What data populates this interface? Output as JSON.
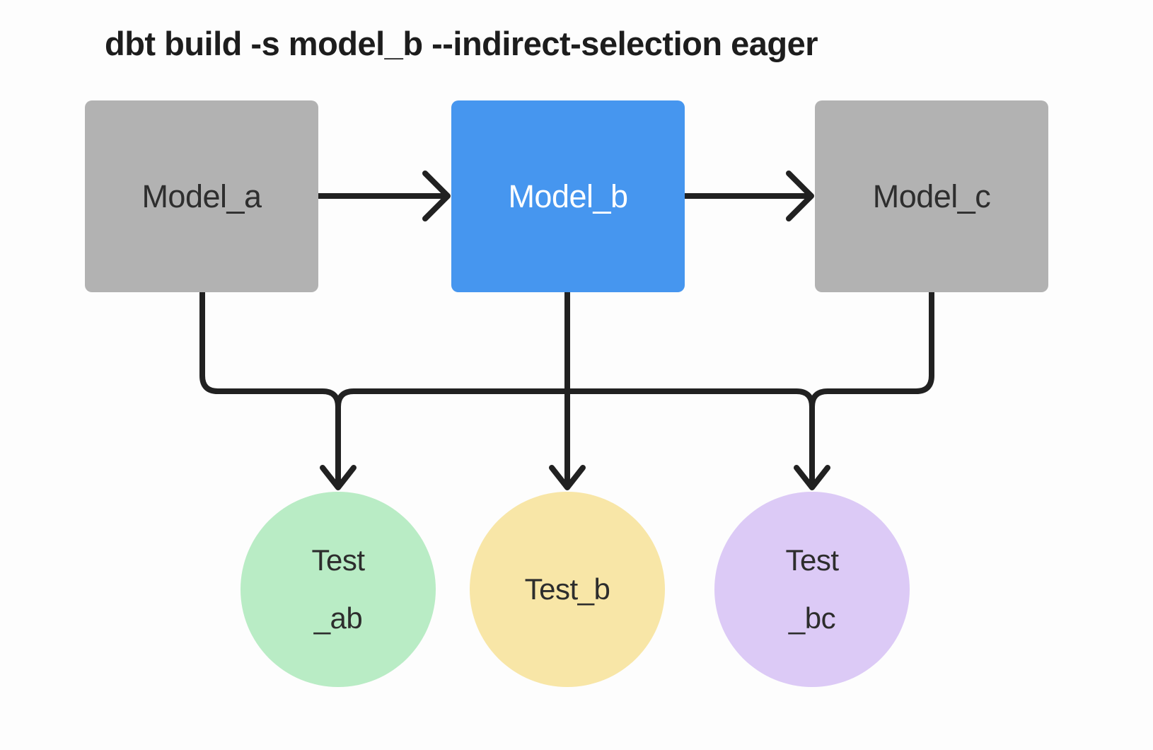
{
  "title": "dbt build -s model_b --indirect-selection eager",
  "colors": {
    "background": "#fdfdfd",
    "connector": "#212121",
    "model_default_fill": "#b2b2b2",
    "model_default_text": "#2e2e2e",
    "model_selected_fill": "#4696ef",
    "model_selected_text": "#ffffff",
    "test_ab_fill": "#b9ecc5",
    "test_b_fill": "#f8e6a7",
    "test_bc_fill": "#dccaf6",
    "test_text": "#2d2d2d"
  },
  "models": [
    {
      "id": "model_a",
      "label": "Model_a",
      "state": "default"
    },
    {
      "id": "model_b",
      "label": "Model_b",
      "state": "selected"
    },
    {
      "id": "model_c",
      "label": "Model_c",
      "state": "default"
    }
  ],
  "tests": [
    {
      "id": "test_ab",
      "label": "Test\n_ab"
    },
    {
      "id": "test_b",
      "label": "Test_b"
    },
    {
      "id": "test_bc",
      "label": "Test\n_bc"
    }
  ],
  "edges": [
    {
      "from": "model_a",
      "to": "model_b"
    },
    {
      "from": "model_b",
      "to": "model_c"
    },
    {
      "from": "model_a",
      "to": "test_ab"
    },
    {
      "from": "model_b",
      "to": "test_ab"
    },
    {
      "from": "model_b",
      "to": "test_b"
    },
    {
      "from": "model_b",
      "to": "test_bc"
    },
    {
      "from": "model_c",
      "to": "test_bc"
    }
  ]
}
